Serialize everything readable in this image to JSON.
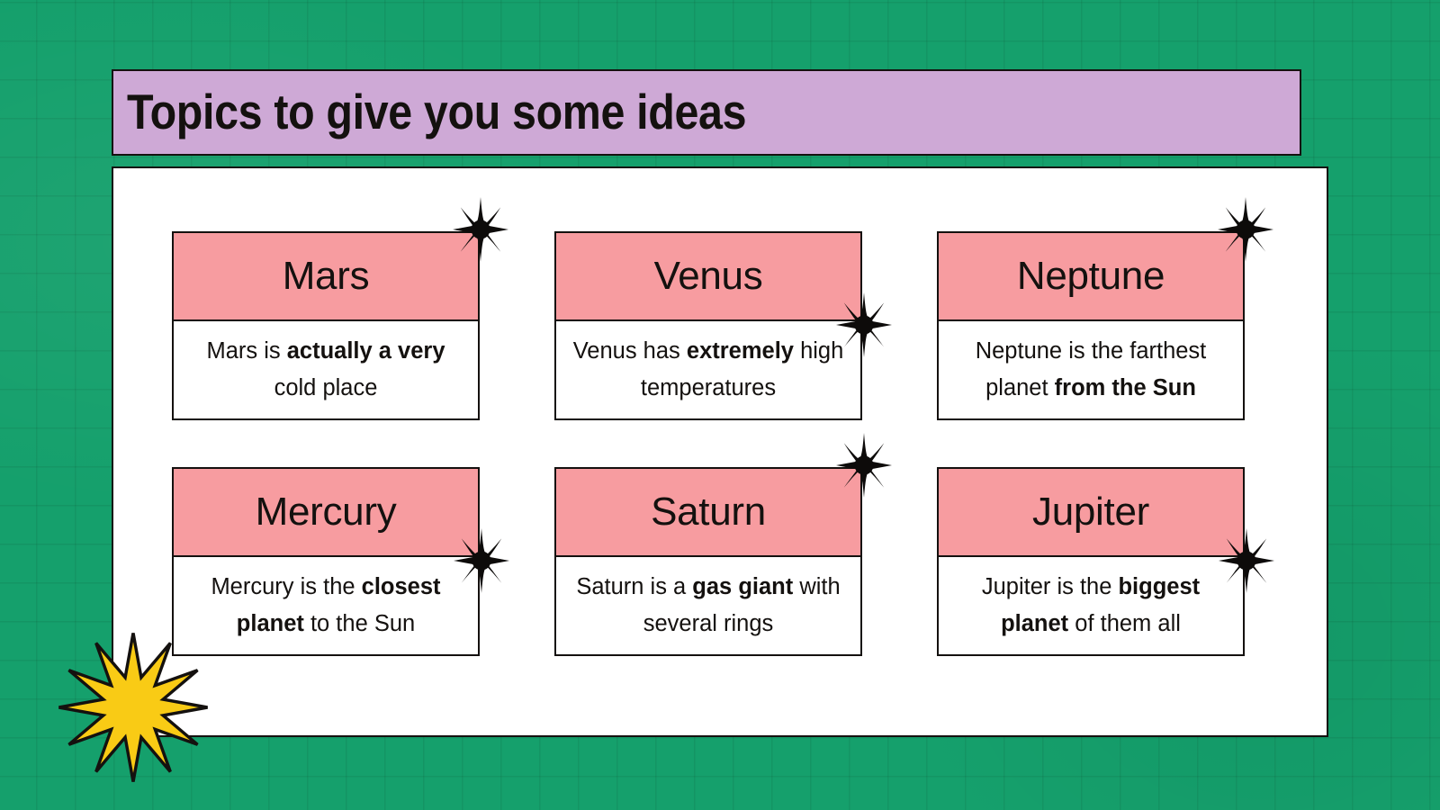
{
  "slide": {
    "title": "Topics to give you some ideas",
    "background_color": "#15A06C",
    "title_bar_color": "#CEA9D6",
    "panel_color": "#FFFFFF",
    "card_header_color": "#F79CA0",
    "outline_color": "#14110F",
    "accent_star_color": "#F9CB15"
  },
  "cards": [
    {
      "name": "Mars",
      "desc_parts": [
        {
          "text": "Mars is ",
          "bold": false
        },
        {
          "text": "actually a very",
          "bold": true
        },
        {
          "text": " cold place",
          "bold": false
        }
      ],
      "desc_plain": "Mars is actually a very cold place",
      "sparkle": "sparkle-icon"
    },
    {
      "name": "Venus",
      "desc_parts": [
        {
          "text": "Venus has ",
          "bold": false
        },
        {
          "text": "extremely",
          "bold": true
        },
        {
          "text": " high temperatures",
          "bold": false
        }
      ],
      "desc_plain": "Venus has extremely high temperatures",
      "sparkle": "sparkle-icon"
    },
    {
      "name": "Neptune",
      "desc_parts": [
        {
          "text": "Neptune is the farthest planet ",
          "bold": false
        },
        {
          "text": "from the Sun",
          "bold": true
        }
      ],
      "desc_plain": "Neptune is the farthest planet from the Sun",
      "sparkle": "sparkle-icon"
    },
    {
      "name": "Mercury",
      "desc_parts": [
        {
          "text": "Mercury is the ",
          "bold": false
        },
        {
          "text": "closest planet",
          "bold": true
        },
        {
          "text": " to the Sun",
          "bold": false
        }
      ],
      "desc_plain": "Mercury is the closest planet to the Sun",
      "sparkle": "sparkle-icon"
    },
    {
      "name": "Saturn",
      "desc_parts": [
        {
          "text": "Saturn is a ",
          "bold": false
        },
        {
          "text": "gas giant",
          "bold": true
        },
        {
          "text": " with several rings",
          "bold": false
        }
      ],
      "desc_plain": "Saturn is a gas giant with several rings",
      "sparkle": "sparkle-icon"
    },
    {
      "name": "Jupiter",
      "desc_parts": [
        {
          "text": "Jupiter is the ",
          "bold": false
        },
        {
          "text": "biggest planet",
          "bold": true
        },
        {
          "text": " of them all",
          "bold": false
        }
      ],
      "desc_plain": "Jupiter is the biggest planet of them all",
      "sparkle": "sparkle-icon"
    }
  ],
  "decorations": {
    "yellow_starburst": {
      "icon": "starburst-icon",
      "points": 12,
      "fill": "#F9CB15",
      "stroke": "#14110F"
    }
  }
}
